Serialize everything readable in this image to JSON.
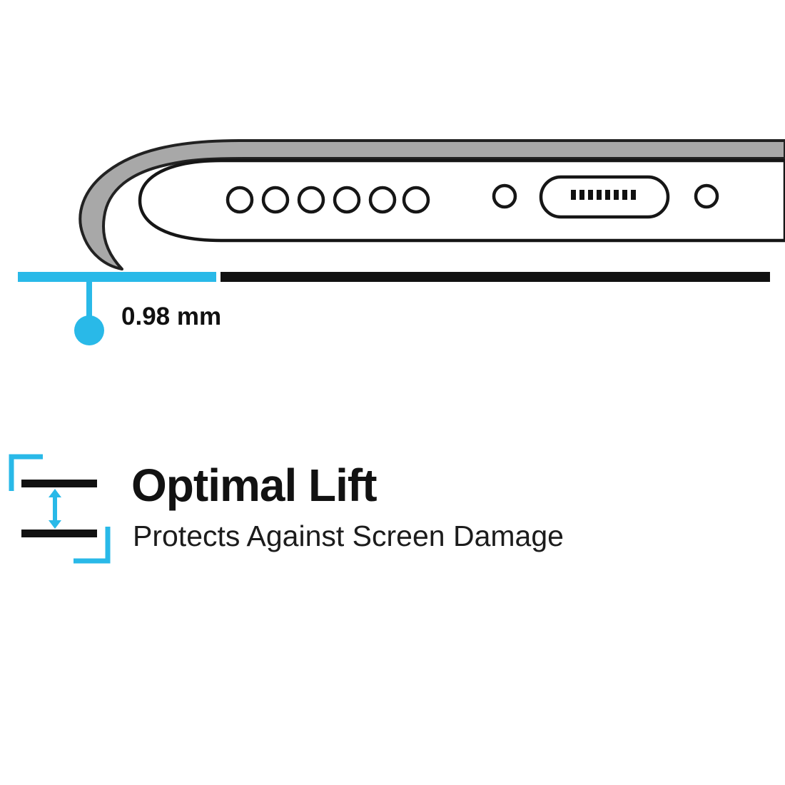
{
  "colors": {
    "accent": "#29b9e8",
    "ink": "#111111",
    "case_gray": "#a8a8a8",
    "background": "#ffffff"
  },
  "diagram": {
    "measurement_label": "0.98 mm",
    "speaker_hole_count": 6
  },
  "feature": {
    "title": "Optimal Lift",
    "subtitle": "Protects Against Screen Damage",
    "icon": "lift-range-icon"
  }
}
